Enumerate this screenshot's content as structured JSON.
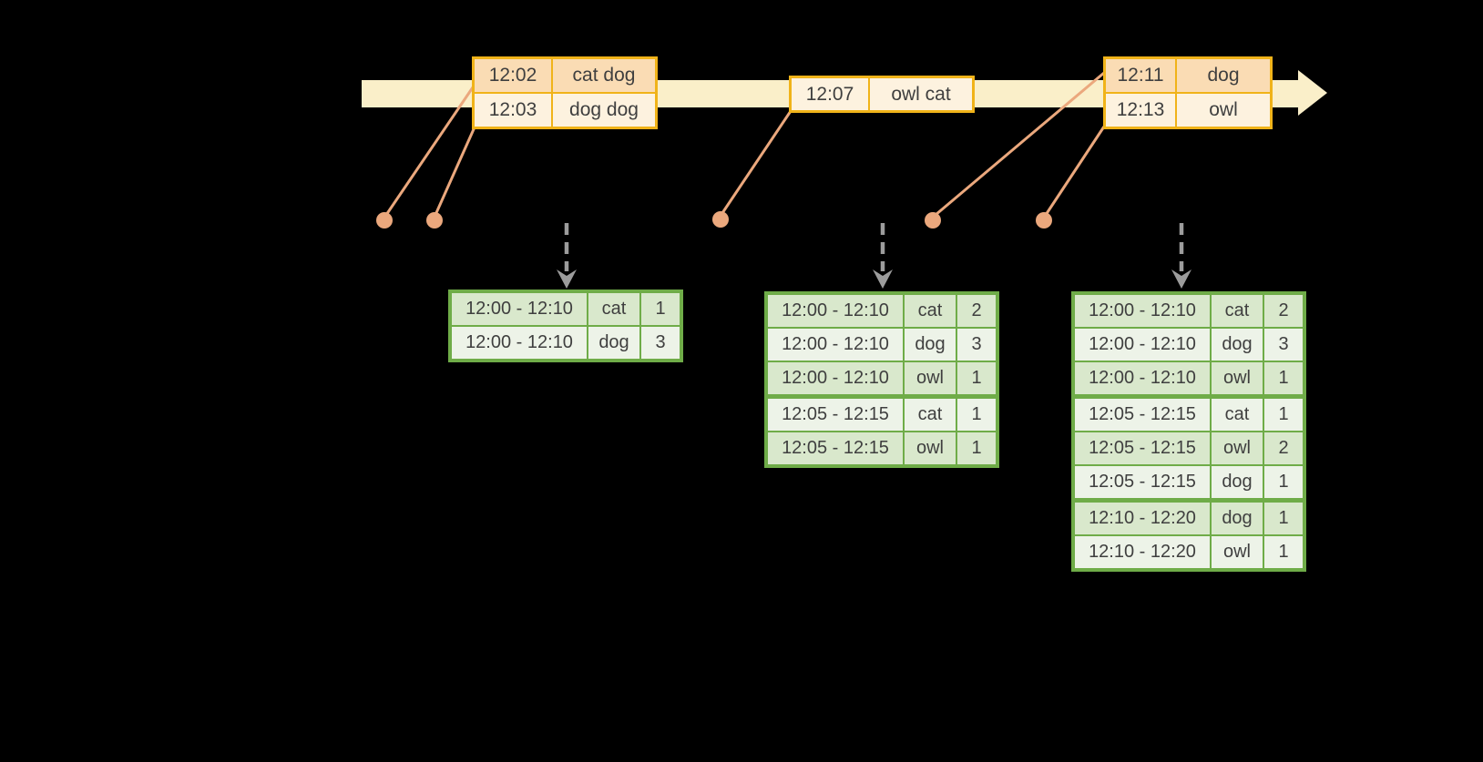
{
  "colors": {
    "background": "#000000",
    "timeline": "#FAEFC9",
    "gold": "#F0B319",
    "peach_dark": "#FADCB4",
    "peach_light": "#FDF2DF",
    "salmon": "#EBA87D",
    "green_border": "#6FAC48",
    "green_dark": "#D9E8CC",
    "green_light": "#EDF3E8",
    "text": "#3F3F3F",
    "arrow_gray": "#9C9C9C"
  },
  "timeline": {
    "event_boxes": [
      {
        "id": "events-1",
        "rows": [
          {
            "time": "12:02",
            "words": "cat dog",
            "shade": "dark"
          },
          {
            "time": "12:03",
            "words": "dog dog",
            "shade": "light"
          }
        ]
      },
      {
        "id": "events-2",
        "rows": [
          {
            "time": "12:07",
            "words": "owl cat",
            "shade": "light"
          }
        ]
      },
      {
        "id": "events-3",
        "rows": [
          {
            "time": "12:11",
            "words": "dog",
            "shade": "dark"
          },
          {
            "time": "12:13",
            "words": "owl",
            "shade": "light"
          }
        ]
      }
    ]
  },
  "result_tables": [
    {
      "id": "result-1",
      "rows": [
        {
          "window": "12:00 - 12:10",
          "word": "cat",
          "count": "1",
          "shade": "dark"
        },
        {
          "window": "12:00 - 12:10",
          "word": "dog",
          "count": "3",
          "shade": "light"
        }
      ]
    },
    {
      "id": "result-2",
      "rows": [
        {
          "window": "12:00 - 12:10",
          "word": "cat",
          "count": "2",
          "shade": "dark"
        },
        {
          "window": "12:00 - 12:10",
          "word": "dog",
          "count": "3",
          "shade": "light"
        },
        {
          "window": "12:00 - 12:10",
          "word": "owl",
          "count": "1",
          "shade": "dark"
        },
        {
          "window": "12:05 - 12:15",
          "word": "cat",
          "count": "1",
          "shade": "light"
        },
        {
          "window": "12:05 - 12:15",
          "word": "owl",
          "count": "1",
          "shade": "dark"
        }
      ]
    },
    {
      "id": "result-3",
      "rows": [
        {
          "window": "12:00 - 12:10",
          "word": "cat",
          "count": "2",
          "shade": "dark"
        },
        {
          "window": "12:00 - 12:10",
          "word": "dog",
          "count": "3",
          "shade": "light"
        },
        {
          "window": "12:00 - 12:10",
          "word": "owl",
          "count": "1",
          "shade": "dark"
        },
        {
          "window": "12:05 - 12:15",
          "word": "cat",
          "count": "1",
          "shade": "light"
        },
        {
          "window": "12:05 - 12:15",
          "word": "owl",
          "count": "2",
          "shade": "dark"
        },
        {
          "window": "12:05 - 12:15",
          "word": "dog",
          "count": "1",
          "shade": "light"
        },
        {
          "window": "12:10 - 12:20",
          "word": "dog",
          "count": "1",
          "shade": "dark"
        },
        {
          "window": "12:10 - 12:20",
          "word": "owl",
          "count": "1",
          "shade": "light"
        }
      ]
    }
  ]
}
